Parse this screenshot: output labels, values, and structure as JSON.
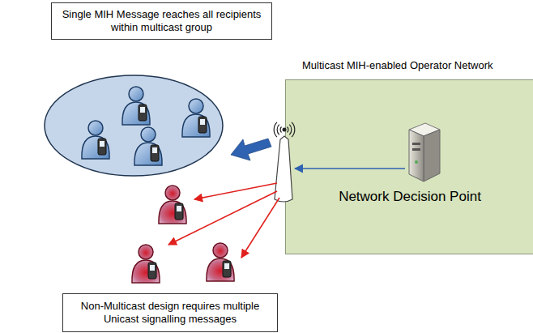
{
  "diagram": {
    "nodes": [
      {
        "text": [
          "Single MIH Message reaches all recipients within multicast group"
        ]
      },
      {
        "text": [
          "Multicast MIH-enabled Operator Network"
        ]
      },
      {
        "text": [
          "Network Decision Point"
        ],
        "in": 1
      },
      {
        "text": [
          "Non-Multicast design requires multiple Unicast signalling messages"
        ]
      }
    ]
  }
}
